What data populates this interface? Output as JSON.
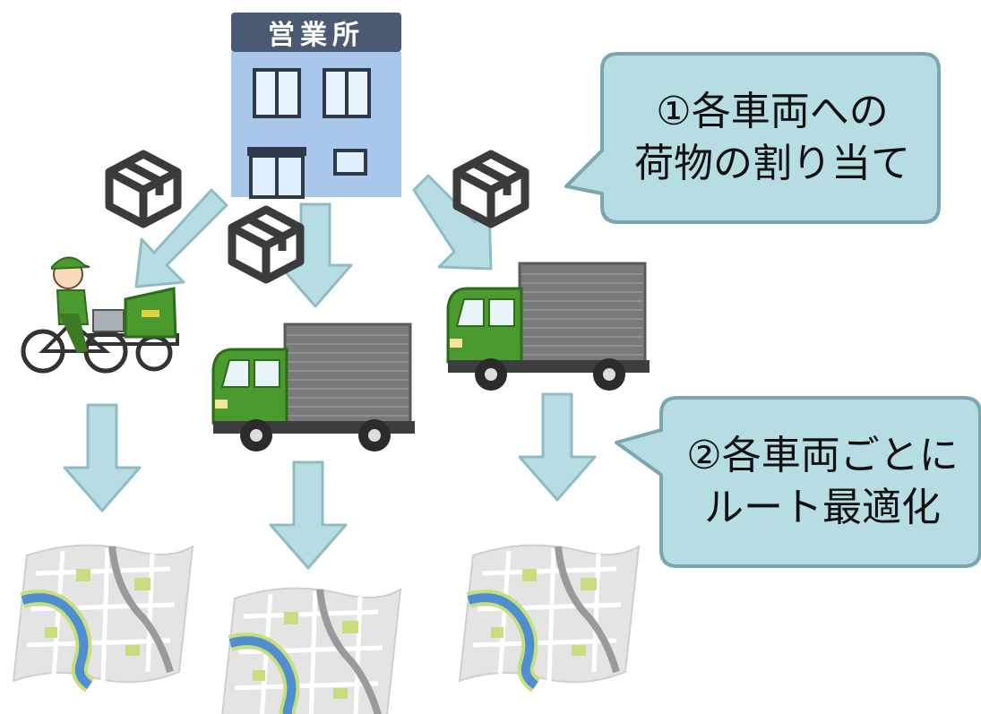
{
  "office": {
    "label": "営業所"
  },
  "callouts": {
    "step1": {
      "line1": "①各車両への",
      "line2": "荷物の割り当て"
    },
    "step2": {
      "line1": "②各車両ごとに",
      "line2": "ルート最適化"
    }
  },
  "colors": {
    "arrow": "#b6dde2",
    "arrow_stroke": "#8fbcc4",
    "callout_fill": "#b6dde2",
    "callout_stroke": "#7aa6ad",
    "office_sign": "#4a5a72",
    "office_body": "#a9c7ea",
    "truck_green": "#4a9a2e",
    "cargo_gray": "#7f7f7f"
  },
  "icons": [
    "office-building-icon",
    "package-icon",
    "bicycle-cart-icon",
    "truck-icon",
    "map-icon"
  ]
}
